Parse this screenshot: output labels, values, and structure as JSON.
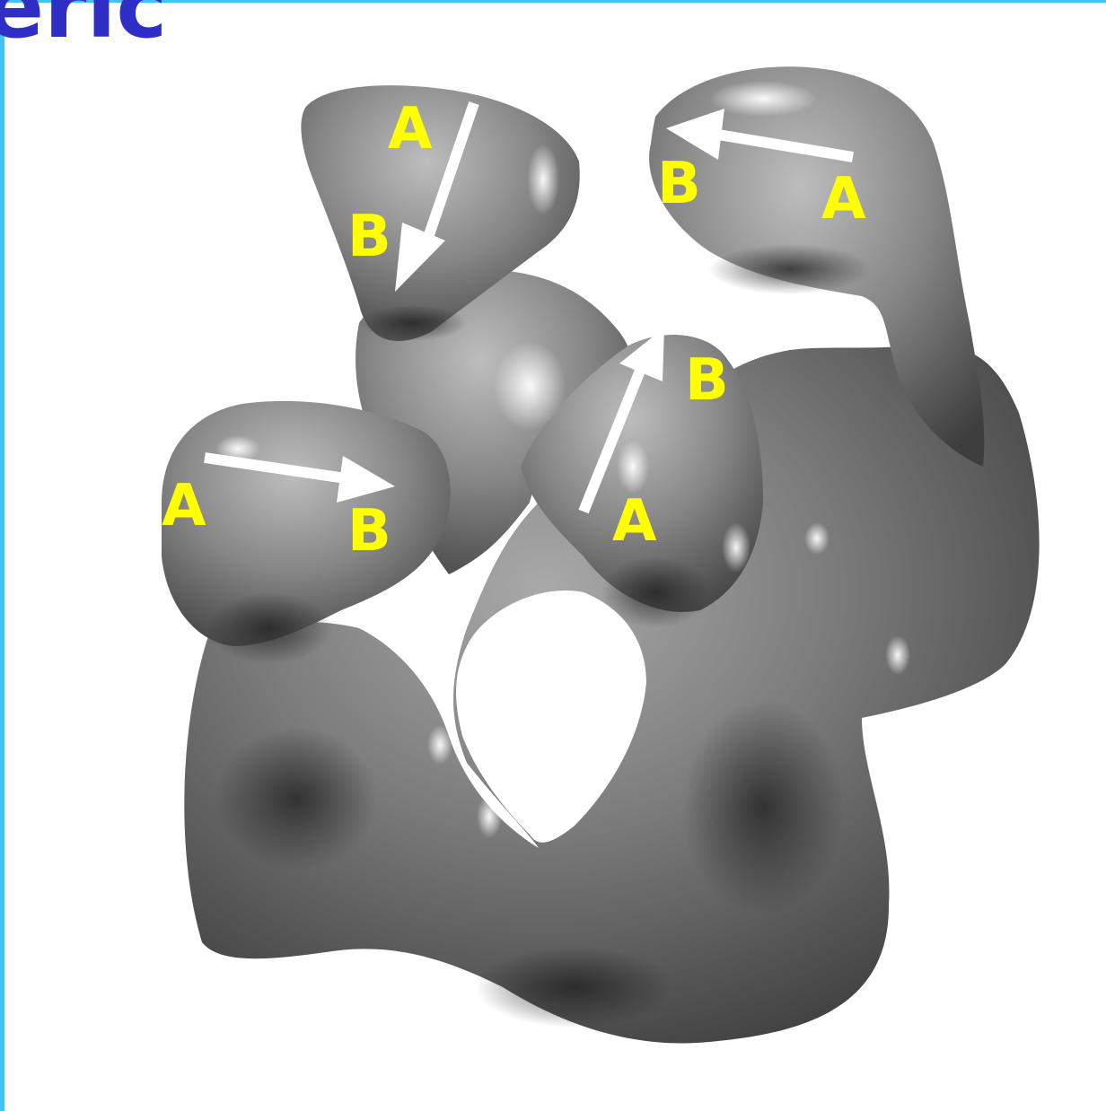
{
  "heading": "eric",
  "colors": {
    "frame": "#3ec6f2",
    "heading": "#2f2fc8",
    "label": "#ffff00",
    "arrow": "#ffffff",
    "molecule": "#7a7a7a"
  },
  "labels": {
    "top_left_a": "A",
    "top_left_b": "B",
    "top_right_b": "B",
    "top_right_a": "A",
    "center_b": "B",
    "center_a": "A",
    "left_a": "A",
    "left_b": "B"
  }
}
